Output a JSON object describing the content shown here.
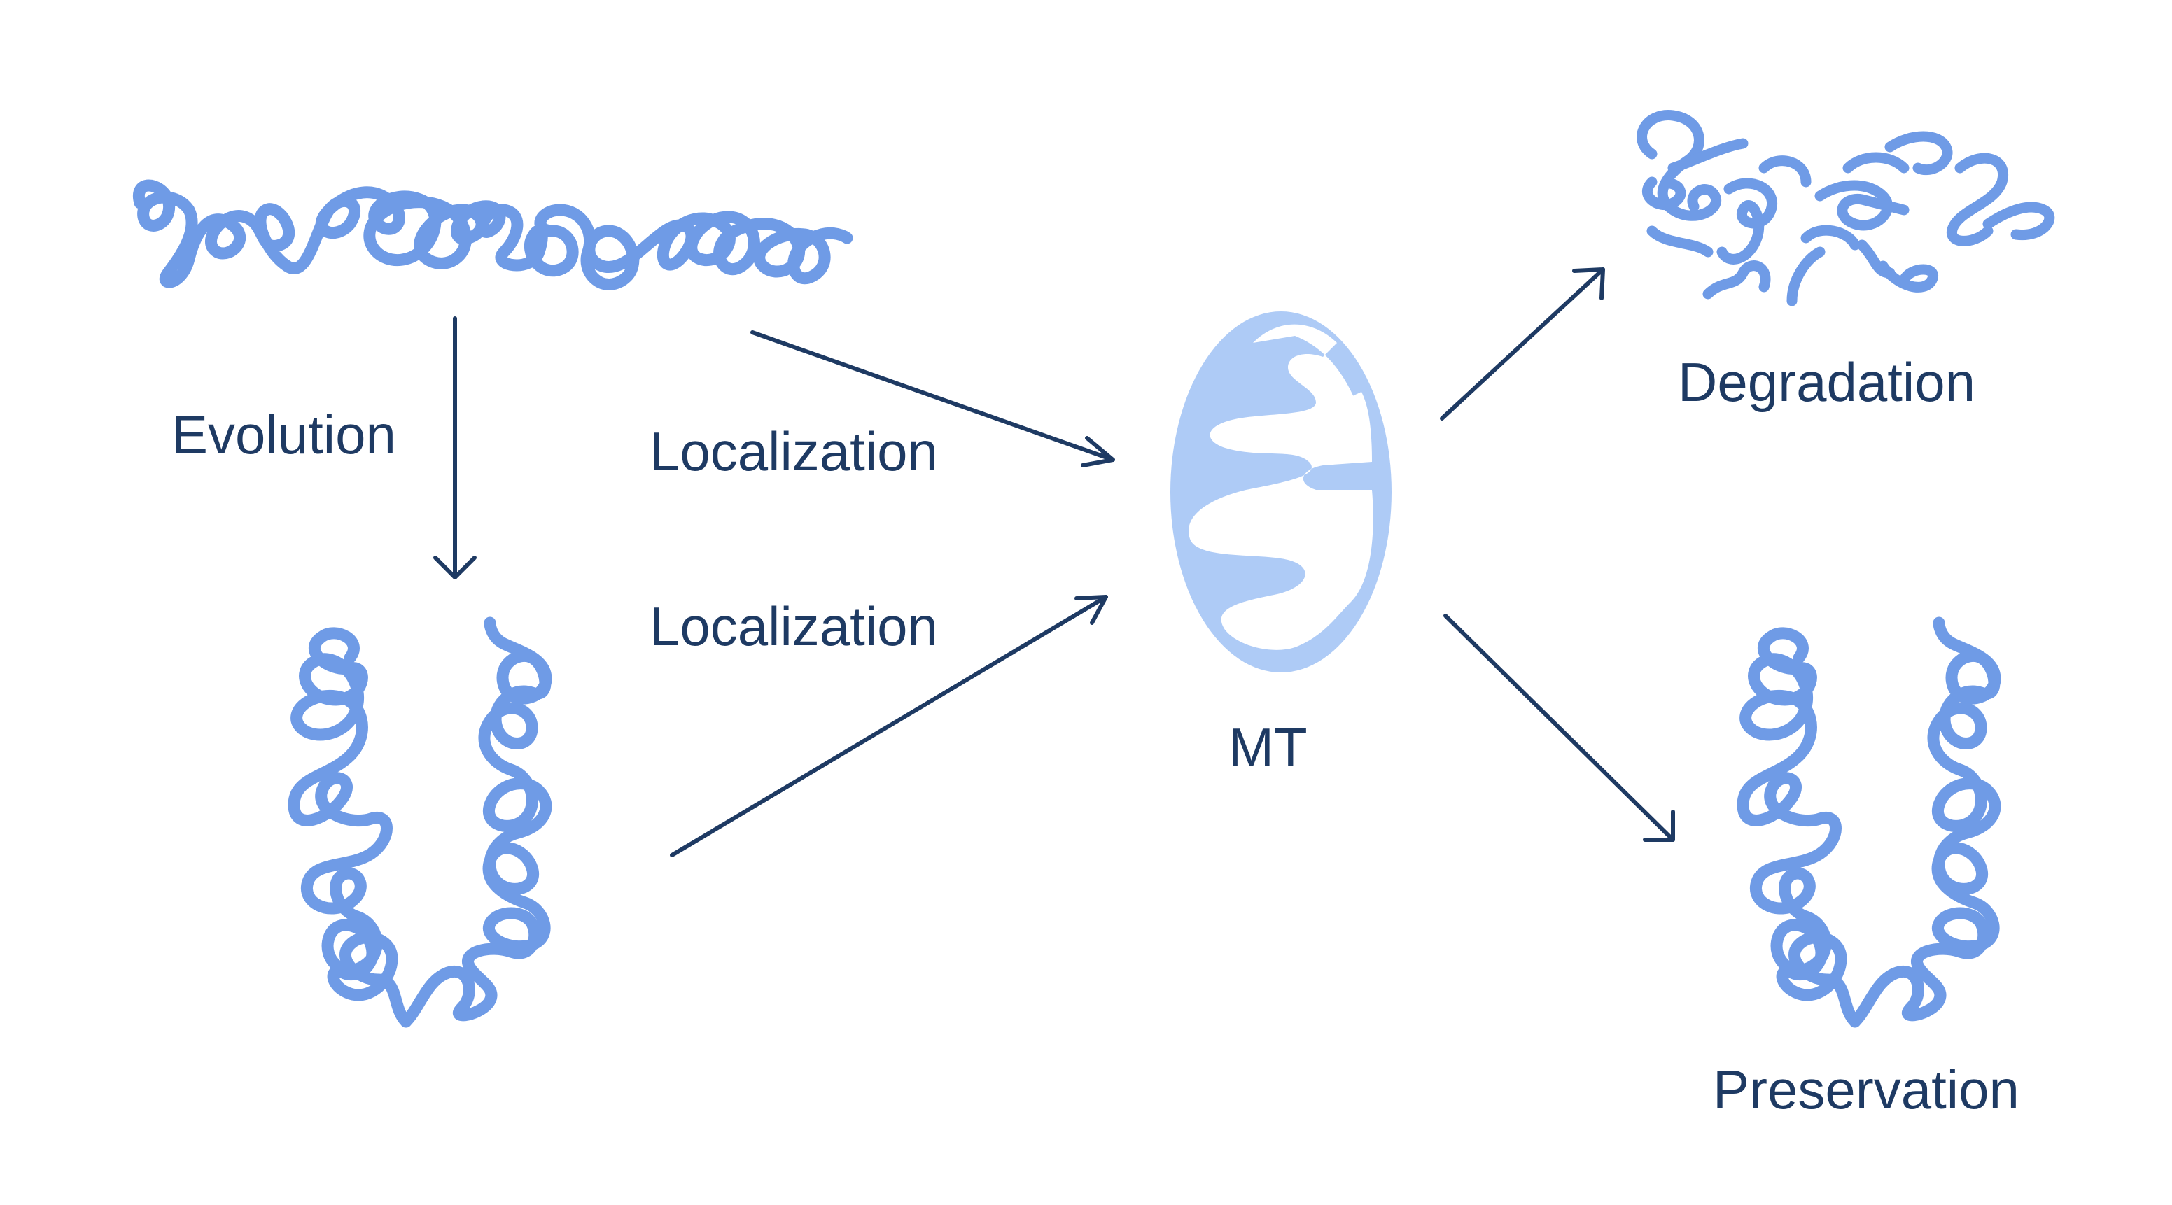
{
  "labels": {
    "evolution": "Evolution",
    "localization_top": "Localization",
    "localization_bottom": "Localization",
    "mitochondrion": "MT",
    "degradation": "Degradation",
    "preservation": "Preservation"
  },
  "colors": {
    "protein": "#6f9be6",
    "mitochondrion_outer": "#aecbf6",
    "mitochondrion_inner": "#ffffff",
    "arrows_and_text": "#1e3a63",
    "background": "#ffffff"
  },
  "icons": {
    "unfolded_protein": "unfolded-protein-chain-icon",
    "folded_protein": "folded-protein-dimer-icon",
    "mitochondrion": "mitochondrion-icon",
    "fragments": "degraded-protein-fragments-icon"
  }
}
